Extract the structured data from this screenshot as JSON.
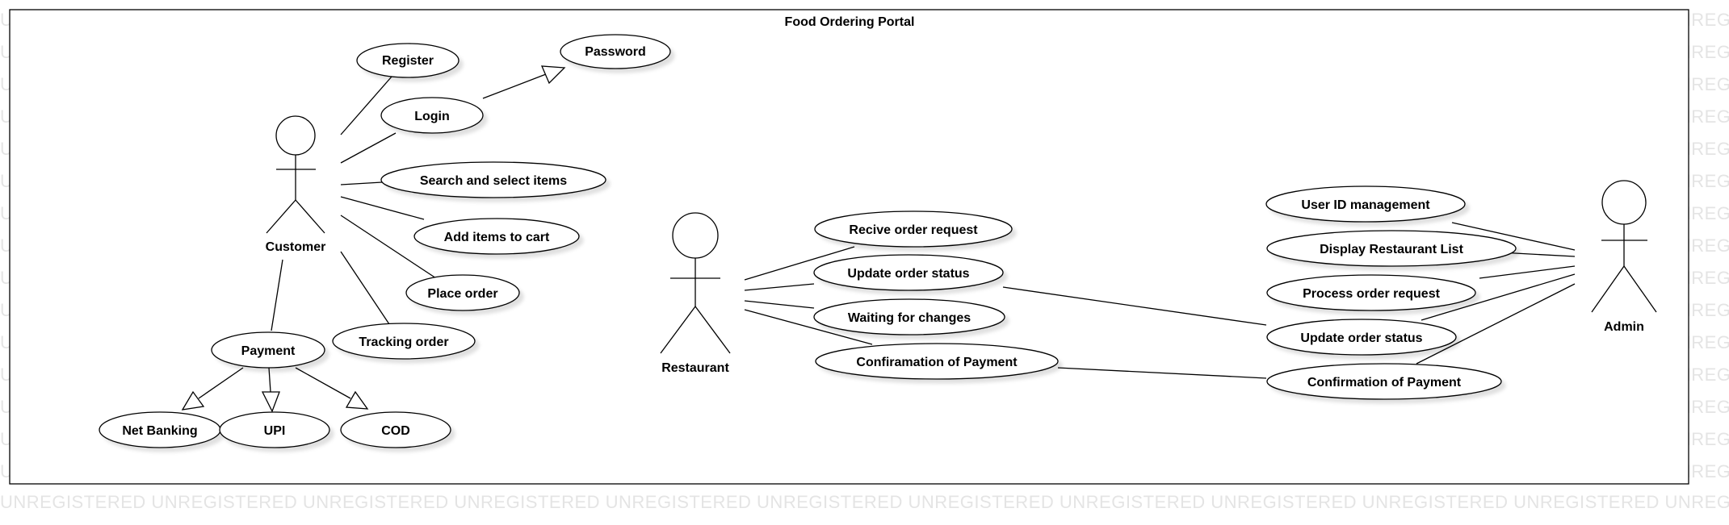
{
  "watermark": {
    "word": "UNREGISTERED"
  },
  "diagram": {
    "title": "Food Ordering Portal",
    "actors": {
      "customer": "Customer",
      "restaurant": "Restaurant",
      "admin": "Admin"
    },
    "use_cases": {
      "register": "Register",
      "password": "Password",
      "login": "Login",
      "search_select": "Search and select items",
      "add_to_cart": "Add items to cart",
      "place_order": "Place order",
      "tracking_order": "Tracking order",
      "payment": "Payment",
      "net_banking": "Net Banking",
      "upi": "UPI",
      "cod": "COD",
      "receive_order_request": "Recive order request",
      "restaurant_update_status": "Update order status",
      "waiting_for_changes": "Waiting for changes",
      "confirmation_of_payment_restaurant": "Confiramation of Payment",
      "user_id_management": "User ID management",
      "display_restaurant_list": "Display Restaurant List",
      "process_order_request": "Process order request",
      "admin_update_status": "Update order status",
      "confirmation_of_payment_admin": "Confirmation of Payment"
    }
  }
}
